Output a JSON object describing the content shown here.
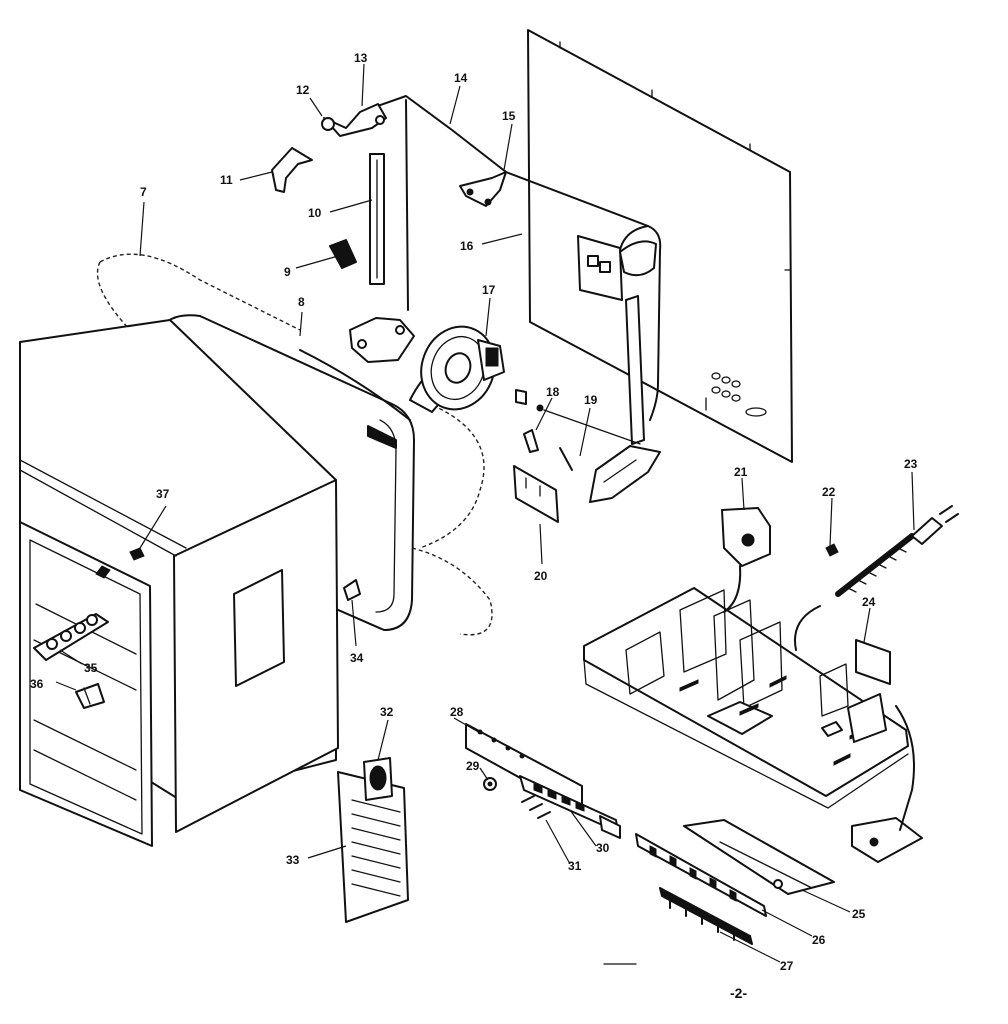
{
  "page_number": "-2-",
  "part_labels": [
    {
      "id": "p7",
      "text": "7"
    },
    {
      "id": "p8",
      "text": "8"
    },
    {
      "id": "p9",
      "text": "9"
    },
    {
      "id": "p10",
      "text": "10"
    },
    {
      "id": "p11",
      "text": "11"
    },
    {
      "id": "p12",
      "text": "12"
    },
    {
      "id": "p13",
      "text": "13"
    },
    {
      "id": "p14",
      "text": "14"
    },
    {
      "id": "p15",
      "text": "15"
    },
    {
      "id": "p16",
      "text": "16"
    },
    {
      "id": "p17",
      "text": "17"
    },
    {
      "id": "p18",
      "text": "18"
    },
    {
      "id": "p19",
      "text": "19"
    },
    {
      "id": "p20",
      "text": "20"
    },
    {
      "id": "p21",
      "text": "21"
    },
    {
      "id": "p22",
      "text": "22"
    },
    {
      "id": "p23",
      "text": "23"
    },
    {
      "id": "p24",
      "text": "24"
    },
    {
      "id": "p25",
      "text": "25"
    },
    {
      "id": "p26",
      "text": "26"
    },
    {
      "id": "p27",
      "text": "27"
    },
    {
      "id": "p28",
      "text": "28"
    },
    {
      "id": "p29",
      "text": "29"
    },
    {
      "id": "p30",
      "text": "30"
    },
    {
      "id": "p31",
      "text": "31"
    },
    {
      "id": "p32",
      "text": "32"
    },
    {
      "id": "p33",
      "text": "33"
    },
    {
      "id": "p34",
      "text": "34"
    },
    {
      "id": "p35",
      "text": "35"
    },
    {
      "id": "p36",
      "text": "36"
    },
    {
      "id": "p37",
      "text": "37"
    }
  ]
}
